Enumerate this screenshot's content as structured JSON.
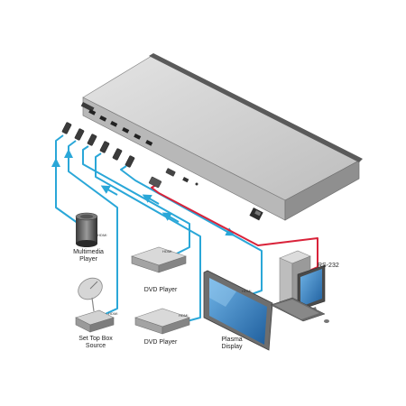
{
  "labels": {
    "multimedia_player": "Multimedia\nPlayer",
    "dvd_player_1": "DVD Player",
    "dvd_player_2": "DVD Player",
    "set_top_box": "Set Top Box\nSource",
    "plasma_display": "Plasma\nDisplay",
    "rs232": "RS-232"
  },
  "tags": {
    "hdmi_multimedia": "HDMI",
    "hdmi_dvd1": "HDMI",
    "hdmi_dvd2": "HDMI",
    "hdmi_settop": "HDMI",
    "hdmi_display": "HDMI"
  },
  "colors": {
    "hdmi_cable": "#2aa7d8",
    "rs232_cable": "#d9233a",
    "device_body": "#c9c9c9",
    "device_dark": "#7d7d7d",
    "screen": "#3d88c8",
    "background": "#ffffff"
  },
  "icons": {
    "switcher": "matrix-switcher-icon",
    "multimedia": "multimedia-player-icon",
    "dvd": "dvd-player-icon",
    "settop": "satellite-set-top-box-icon",
    "display": "plasma-display-icon",
    "computer": "computer-icon"
  }
}
